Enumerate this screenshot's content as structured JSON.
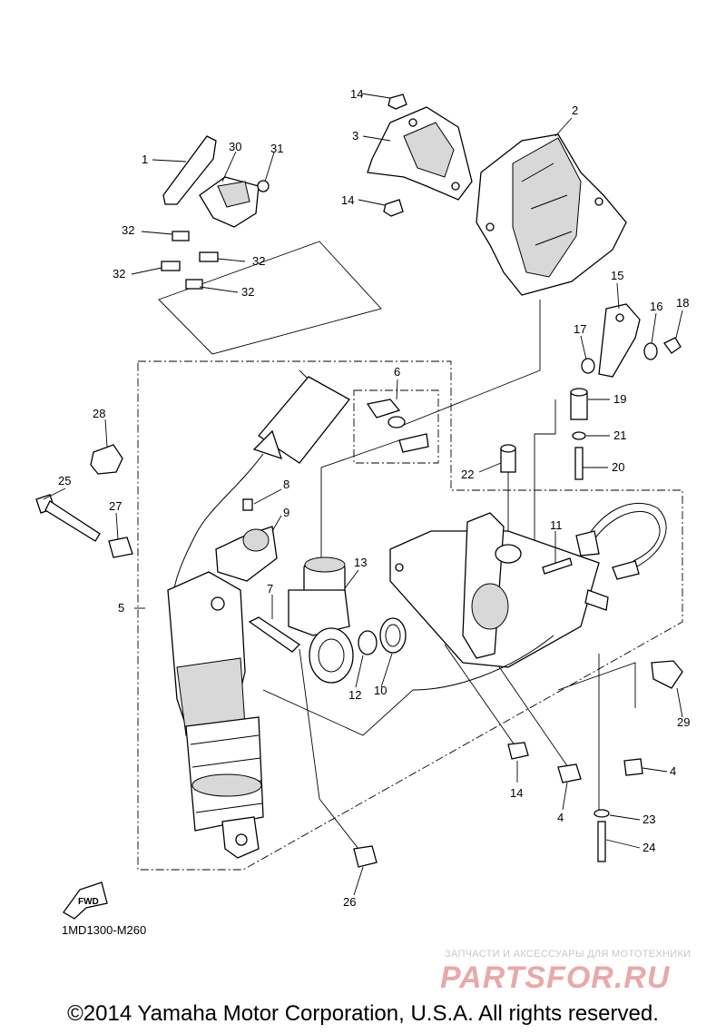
{
  "diagram": {
    "code": "1MD1300-M260",
    "fwd_label": "FWD",
    "copyright": "©2014 Yamaha Motor Corporation, U.S.A. All rights reserved.",
    "watermark": {
      "caption": "ЗАПЧАСТИ И АКСЕССУАРЫ ДЛЯ МОТОТЕХНИКИ",
      "brand": "PARTSFOR.RU"
    },
    "callouts": [
      {
        "id": "c1",
        "label": "1"
      },
      {
        "id": "c2",
        "label": "2"
      },
      {
        "id": "c3",
        "label": "3"
      },
      {
        "id": "c4a",
        "label": "4"
      },
      {
        "id": "c4b",
        "label": "4"
      },
      {
        "id": "c5",
        "label": "5"
      },
      {
        "id": "c6",
        "label": "6"
      },
      {
        "id": "c7",
        "label": "7"
      },
      {
        "id": "c8",
        "label": "8"
      },
      {
        "id": "c9",
        "label": "9"
      },
      {
        "id": "c10",
        "label": "10"
      },
      {
        "id": "c11",
        "label": "11"
      },
      {
        "id": "c12",
        "label": "12"
      },
      {
        "id": "c13",
        "label": "13"
      },
      {
        "id": "c14a",
        "label": "14"
      },
      {
        "id": "c14b",
        "label": "14"
      },
      {
        "id": "c14c",
        "label": "14"
      },
      {
        "id": "c15",
        "label": "15"
      },
      {
        "id": "c16",
        "label": "16"
      },
      {
        "id": "c17",
        "label": "17"
      },
      {
        "id": "c18",
        "label": "18"
      },
      {
        "id": "c19",
        "label": "19"
      },
      {
        "id": "c20",
        "label": "20"
      },
      {
        "id": "c21",
        "label": "21"
      },
      {
        "id": "c22",
        "label": "22"
      },
      {
        "id": "c23",
        "label": "23"
      },
      {
        "id": "c24",
        "label": "24"
      },
      {
        "id": "c25",
        "label": "25"
      },
      {
        "id": "c26",
        "label": "26"
      },
      {
        "id": "c27",
        "label": "27"
      },
      {
        "id": "c28",
        "label": "28"
      },
      {
        "id": "c29",
        "label": "29"
      },
      {
        "id": "c30",
        "label": "30"
      },
      {
        "id": "c31",
        "label": "31"
      },
      {
        "id": "c32a",
        "label": "32"
      },
      {
        "id": "c32b",
        "label": "32"
      },
      {
        "id": "c32c",
        "label": "32"
      },
      {
        "id": "c32d",
        "label": "32"
      }
    ]
  }
}
